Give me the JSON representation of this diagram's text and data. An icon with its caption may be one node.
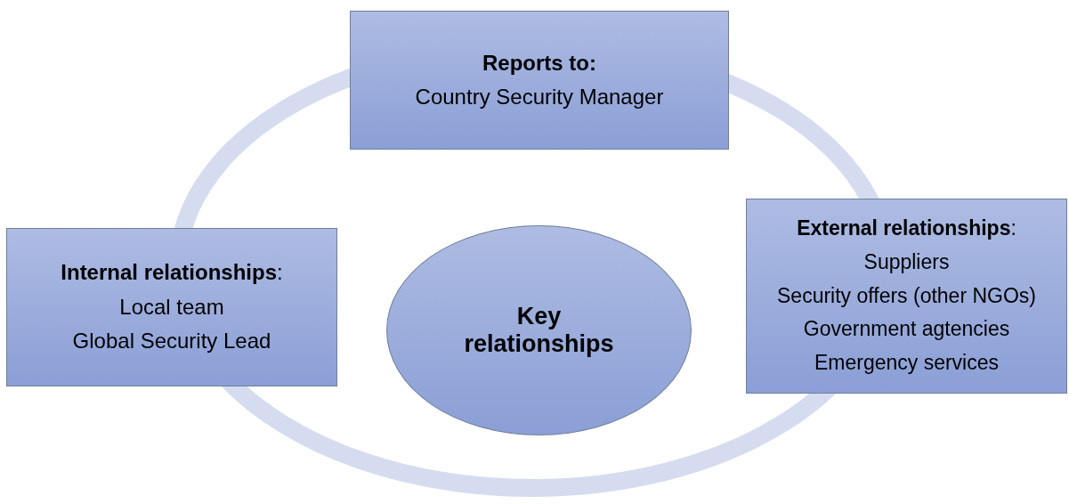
{
  "diagram": {
    "nodes": [
      {
        "text": [
          "**Reports to:**",
          "Country Security Manager"
        ]
      },
      {
        "text": [
          "**Internal relationships**:",
          "Local team",
          "Global Security Lead"
        ]
      },
      {
        "text": [
          "Key relationships"
        ]
      },
      {
        "text": [
          "**External relationships**:",
          "Suppliers",
          "Security offers (other NGOs)",
          "Government agtencies",
          "Emergency services"
        ]
      }
    ],
    "edges": []
  }
}
